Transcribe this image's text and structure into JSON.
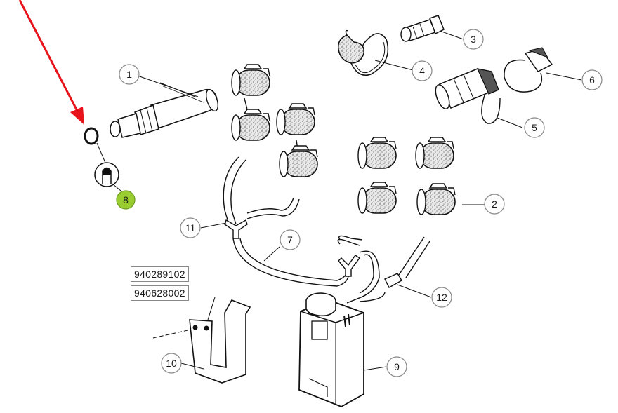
{
  "diagram": {
    "callouts": [
      {
        "id": "c1",
        "label": "1"
      },
      {
        "id": "c2",
        "label": "2"
      },
      {
        "id": "c3",
        "label": "3"
      },
      {
        "id": "c4",
        "label": "4"
      },
      {
        "id": "c5",
        "label": "5"
      },
      {
        "id": "c6",
        "label": "6"
      },
      {
        "id": "c7",
        "label": "7"
      },
      {
        "id": "c8",
        "label": "8"
      },
      {
        "id": "c9",
        "label": "9"
      },
      {
        "id": "c10",
        "label": "10"
      },
      {
        "id": "c11",
        "label": "11"
      },
      {
        "id": "c12",
        "label": "12"
      }
    ],
    "part_numbers": [
      "940289102",
      "940628002"
    ],
    "highlight_color": "#9acd32",
    "arrow_color": "#e8141b"
  }
}
